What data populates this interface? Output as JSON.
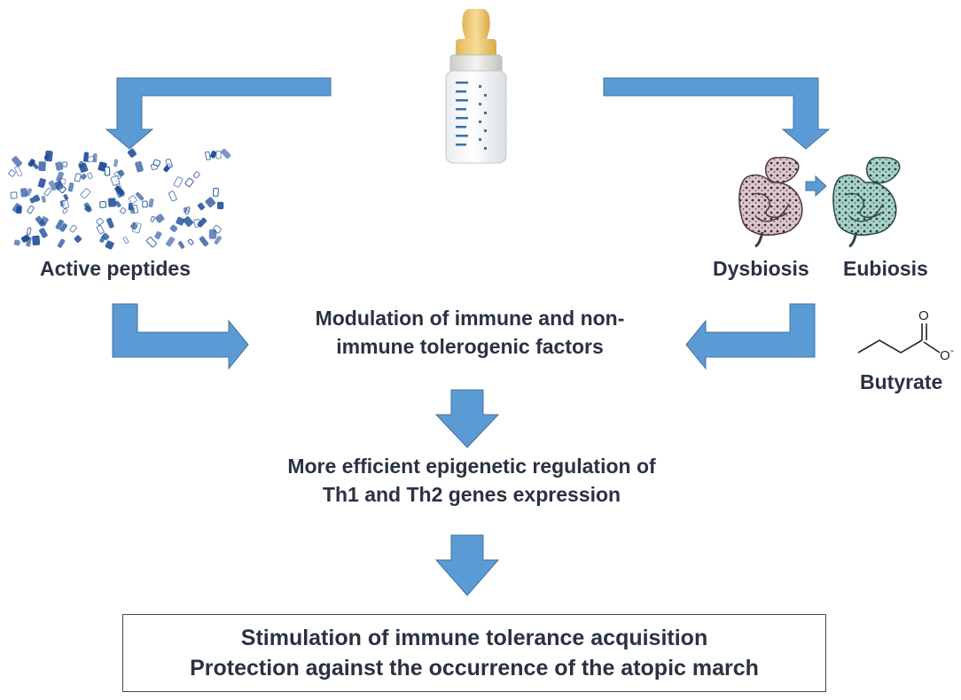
{
  "labels": {
    "active_peptides": "Active peptides",
    "dysbiosis": "Dysbiosis",
    "eubiosis": "Eubiosis",
    "butyrate": "Butyrate",
    "modulation_line1": "Modulation of immune and non-",
    "modulation_line2": "immune tolerogenic factors",
    "epigenetic_line1": "More efficient epigenetic regulation of",
    "epigenetic_line2": "Th1 and Th2 genes expression"
  },
  "butyrate_structure": {
    "carbonyl_atom": "O",
    "carboxylate_atom": "O",
    "charge": "-"
  },
  "outcome_box": {
    "line1": "Stimulation of immune tolerance acquisition",
    "line2": "Protection against the occurrence of the atopic march"
  },
  "icons": {
    "bottle": "baby-bottle-icon",
    "peptides": "peptide-particles-icon",
    "gut_dysbiosis": "intestine-dysbiosis-icon",
    "gut_eubiosis": "intestine-eubiosis-icon"
  },
  "colors": {
    "arrow_fill": "#5b9bd5",
    "arrow_stroke": "#41719c",
    "text": "#2a3242",
    "peptide_blue": "#1f4e9a",
    "dysbiosis_tint": "#d8c2cc",
    "eubiosis_tint": "#a8cfc8"
  }
}
